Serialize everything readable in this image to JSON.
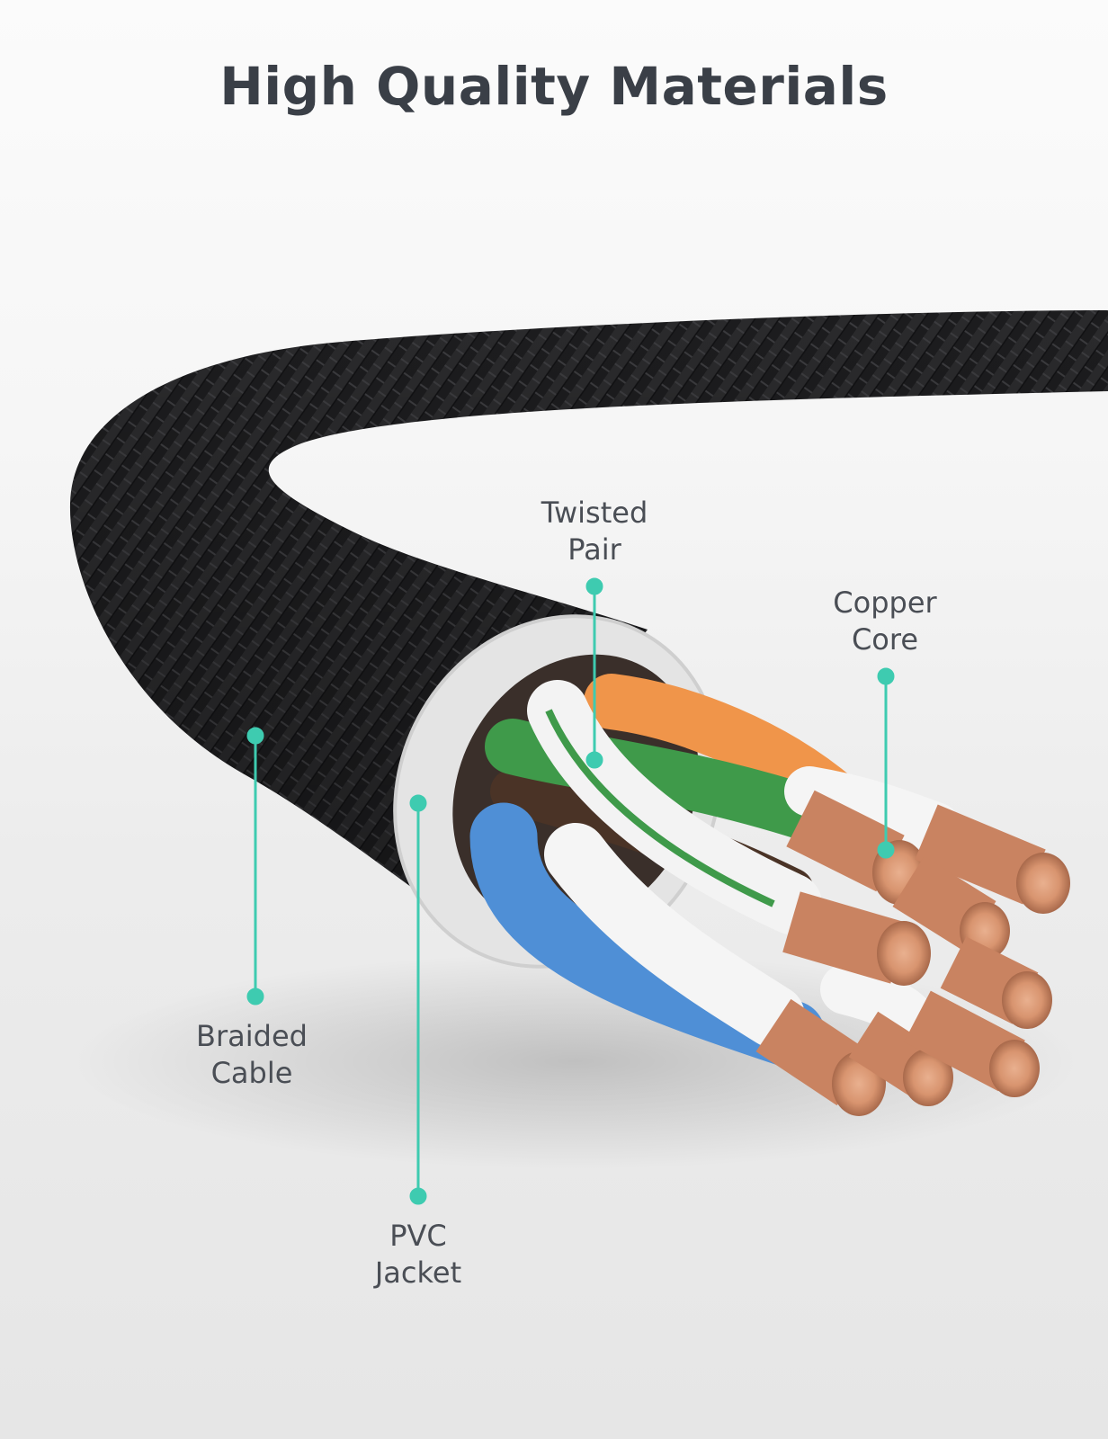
{
  "title": "High Quality Materials",
  "accent_color": "#3ecbb0",
  "callouts": {
    "twisted_pair": {
      "line1": "Twisted",
      "line2": "Pair"
    },
    "copper_core": {
      "line1": "Copper",
      "line2": "Core"
    },
    "braided_cable": {
      "line1": "Braided",
      "line2": "Cable"
    },
    "pvc_jacket": {
      "line1": "PVC",
      "line2": "Jacket"
    }
  }
}
